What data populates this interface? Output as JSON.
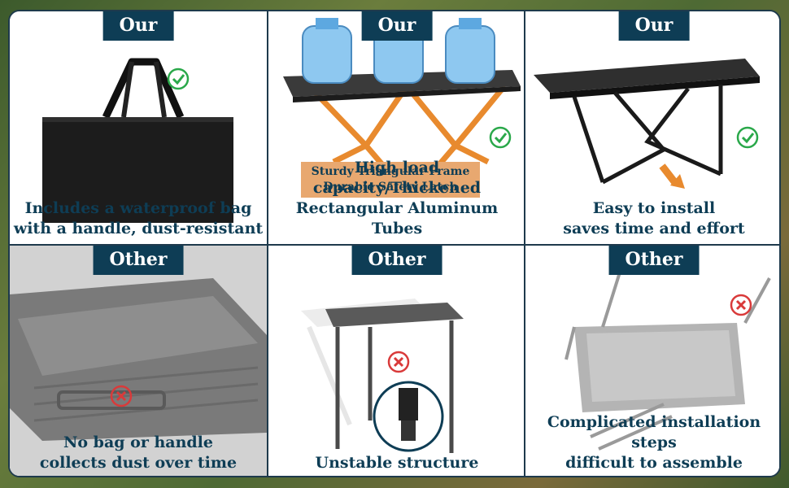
{
  "colors": {
    "navy": "#0e3d55",
    "check": "#2aa84a",
    "cross": "#d93a3a",
    "orange": "#e88a2e"
  },
  "panels": [
    {
      "tag": "Our",
      "caption": [
        "Includes a waterproof bag",
        "with a handle, dust-resistant"
      ],
      "mark": "check"
    },
    {
      "tag": "Our",
      "caption": [
        "High load capacity/Thickened",
        "Rectangular Aluminum Tubes"
      ],
      "mark": "check",
      "note": [
        "Sturdy Triangular Frame",
        "Durable Safety Latch"
      ]
    },
    {
      "tag": "Our",
      "caption": [
        "Easy to install",
        "saves time and effort"
      ],
      "mark": "check"
    },
    {
      "tag": "Other",
      "caption": [
        "No bag or handle",
        "collects dust over time"
      ],
      "mark": "cross"
    },
    {
      "tag": "Other",
      "caption": [
        "Unstable structure"
      ],
      "mark": "cross"
    },
    {
      "tag": "Other",
      "caption": [
        "Complicated installation steps",
        "difficult to assemble"
      ],
      "mark": "cross"
    }
  ]
}
